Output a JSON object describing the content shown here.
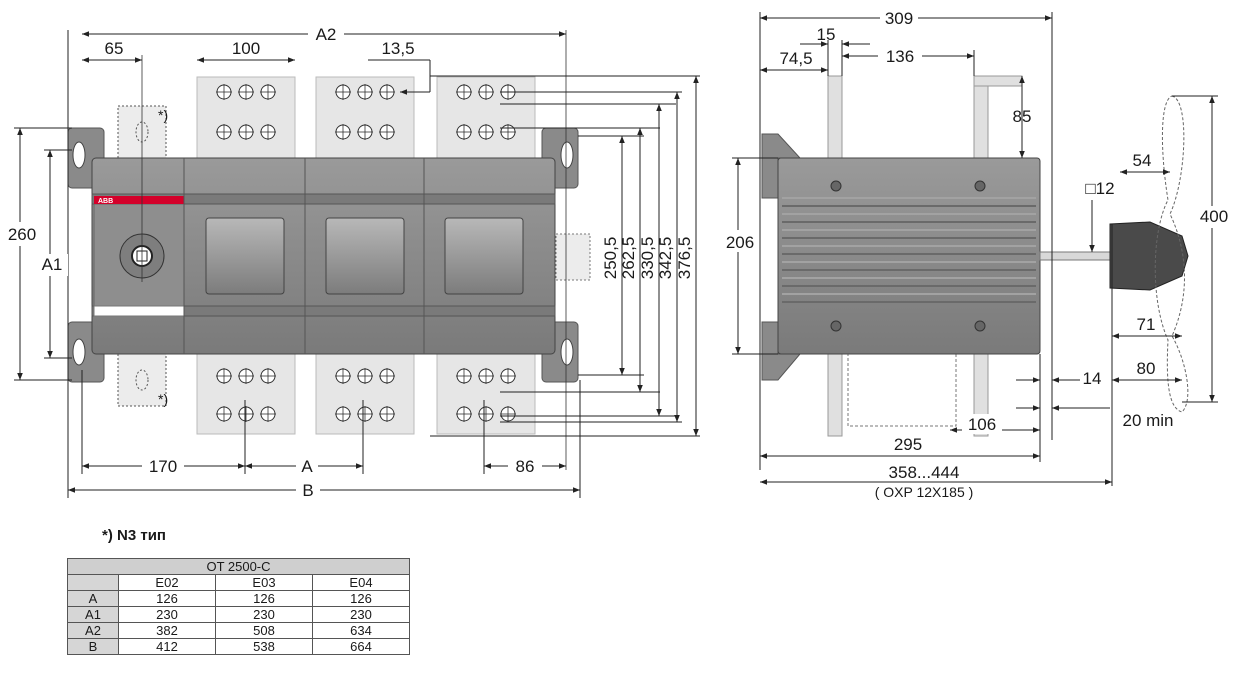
{
  "front_view": {
    "dim_top": [
      "A2",
      "65",
      "100",
      "13,5"
    ],
    "dim_left": [
      "260",
      "A1"
    ],
    "dim_right": [
      "250,5",
      "262,5",
      "330,5",
      "342,5",
      "376,5"
    ],
    "dim_bottom": [
      "170",
      "A",
      "86",
      "B"
    ],
    "footnote_mark": "*)",
    "brand": "ABB"
  },
  "side_view": {
    "dim_top": [
      "309",
      "15",
      "74,5",
      "136",
      "85"
    ],
    "dim_left": [
      "206"
    ],
    "dim_right": [
      "54",
      "□12",
      "400",
      "71",
      "14",
      "80",
      "20 min"
    ],
    "dim_bottom": [
      "106",
      "295",
      "358...444",
      "( OXP 12X185 )"
    ]
  },
  "note": "*) N3 тип",
  "table": {
    "caption": "OT 2500-C",
    "columns": [
      "E02",
      "E03",
      "E04"
    ],
    "rows": [
      {
        "label": "A",
        "values": [
          "126",
          "126",
          "126"
        ]
      },
      {
        "label": "A1",
        "values": [
          "230",
          "230",
          "230"
        ]
      },
      {
        "label": "A2",
        "values": [
          "382",
          "508",
          "634"
        ]
      },
      {
        "label": "B",
        "values": [
          "412",
          "538",
          "664"
        ]
      }
    ]
  },
  "colors": {
    "housing": "#8a8a8a",
    "housing_dark": "#6e6e6e",
    "terminal": "#e6e6e6",
    "window": "#9a9a9a",
    "brand_red": "#d4002a"
  }
}
